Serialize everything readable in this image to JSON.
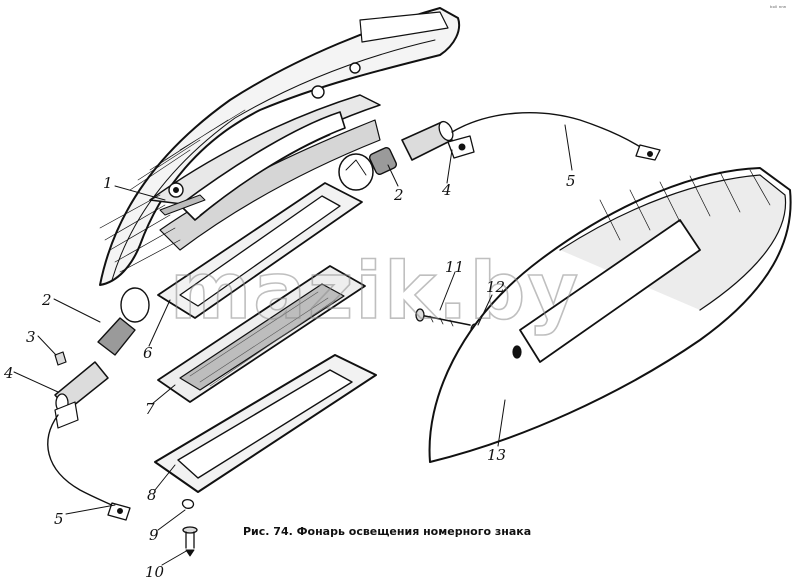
{
  "figure": {
    "caption": "Рис. 74. Фонарь освещения номерного знака",
    "watermark": "mazik.by",
    "corner_mark": "ᵏᵒˡˡ ⁿⁿⁿ"
  },
  "callouts": [
    {
      "id": "1",
      "label": "1"
    },
    {
      "id": "2a",
      "label": "2"
    },
    {
      "id": "2b",
      "label": "2"
    },
    {
      "id": "3",
      "label": "3"
    },
    {
      "id": "4a",
      "label": "4"
    },
    {
      "id": "4b",
      "label": "4"
    },
    {
      "id": "5a",
      "label": "5"
    },
    {
      "id": "5b",
      "label": "5"
    },
    {
      "id": "6",
      "label": "6"
    },
    {
      "id": "7",
      "label": "7"
    },
    {
      "id": "8",
      "label": "8"
    },
    {
      "id": "9",
      "label": "9"
    },
    {
      "id": "10",
      "label": "10"
    },
    {
      "id": "11",
      "label": "11"
    },
    {
      "id": "12",
      "label": "12"
    },
    {
      "id": "13",
      "label": "13"
    }
  ]
}
